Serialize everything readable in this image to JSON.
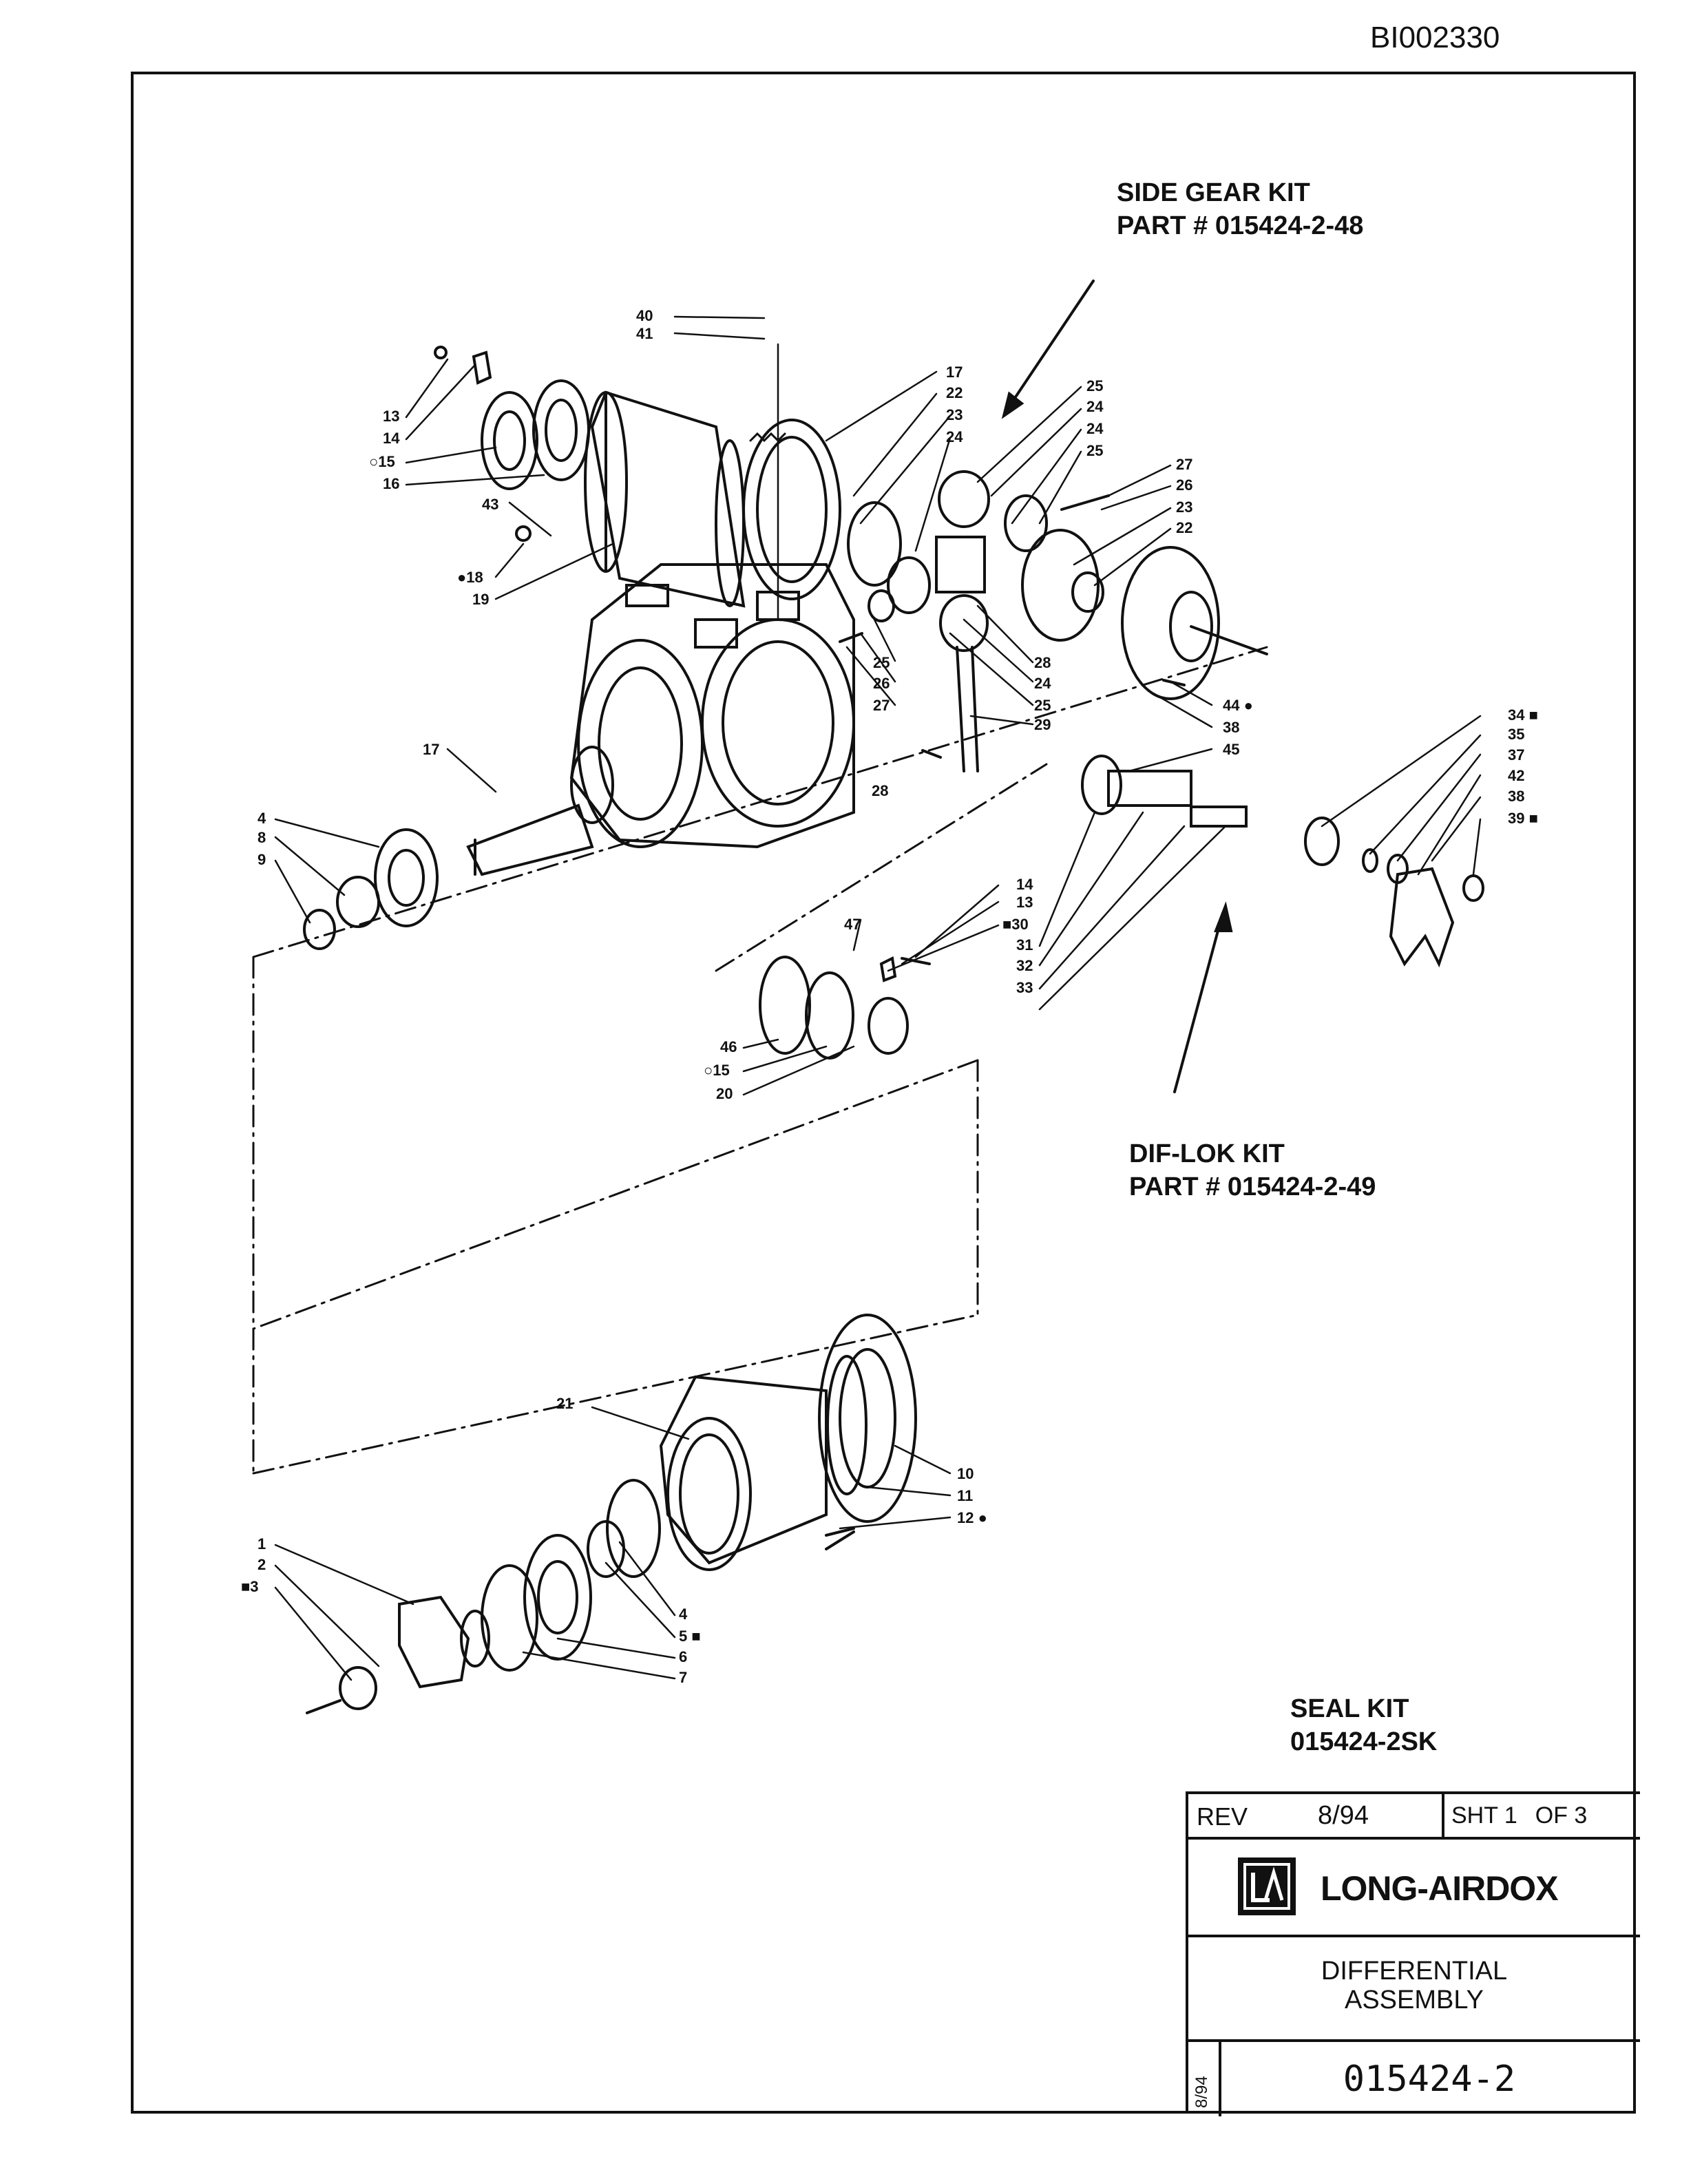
{
  "document_id": "BI002330",
  "kits": {
    "side_gear": {
      "title": "SIDE GEAR KIT",
      "part": "PART # 015424-2-48"
    },
    "dif_lok": {
      "title": "DIF-LOK KIT",
      "part": "PART # 015424-2-49"
    },
    "seal": {
      "title": "SEAL KIT",
      "part": "015424-2SK"
    }
  },
  "title_block": {
    "rev_label": "REV",
    "rev_date": "8/94",
    "sheet_label": "SHT 1",
    "sheet_of": "OF 3",
    "company": "LONG-AIRDOX",
    "title_line_1": "DIFFERENTIAL",
    "title_line_2": "ASSEMBLY",
    "drawing_date": "8/94",
    "drawing_number": "015424-2"
  },
  "callouts": [
    "40",
    "41",
    "17",
    "22",
    "23",
    "24",
    "25",
    "24",
    "24",
    "25",
    "27",
    "26",
    "23",
    "22",
    "13",
    "14",
    "○15",
    "16",
    "43",
    "●18",
    "19",
    "25",
    "26",
    "27",
    "28",
    "24",
    "25",
    "29",
    "44 ●",
    "38",
    "45",
    "28",
    "17",
    "4",
    "8",
    "9",
    "34 ■",
    "35",
    "37",
    "42",
    "38",
    "39 ■",
    "14",
    "13",
    "■30",
    "31",
    "32",
    "33",
    "47",
    "46",
    "○15",
    "20",
    "21",
    "10",
    "11",
    "12 ●",
    "1",
    "2",
    "■3",
    "4",
    "5 ■",
    "6",
    "7"
  ]
}
